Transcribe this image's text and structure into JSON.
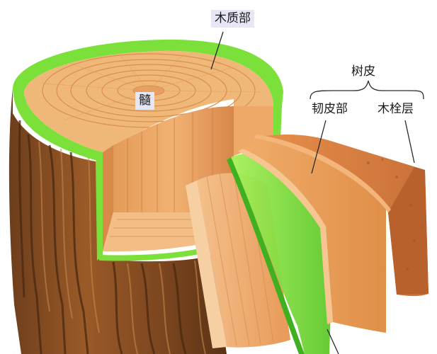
{
  "labels": {
    "xylem": "木质部",
    "pith": "髓",
    "bark": "树皮",
    "phloem": "韧皮部",
    "cork": "木栓层"
  },
  "colors": {
    "wood_light": "#f2b070",
    "wood_mid": "#e8924a",
    "wood_dark": "#b86a2a",
    "bark_brown": "#8a4f24",
    "bark_dark": "#5c3418",
    "cambium_green": "#7be03a",
    "label_box": "#e6e6f5"
  }
}
